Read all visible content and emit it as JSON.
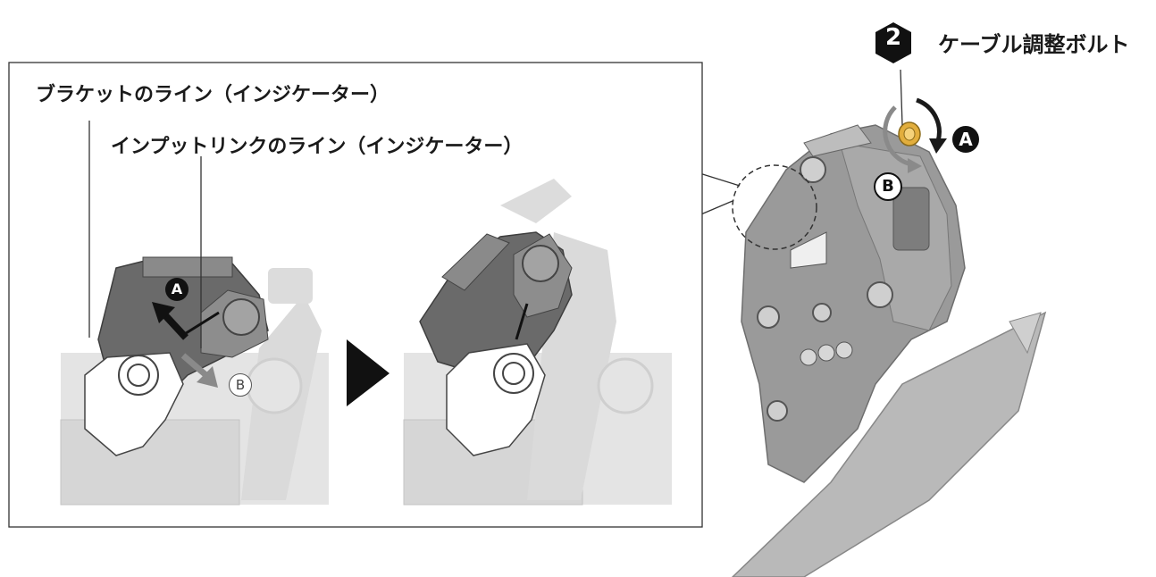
{
  "step": {
    "number": "2",
    "title": "ケーブル調整ボルト"
  },
  "labels": {
    "bracket_line": "ブラケットのライン（インジケーター）",
    "input_link_line": "インプットリンクのライン（インジケーター）"
  },
  "markers": {
    "a": "A",
    "b": "B"
  },
  "colors": {
    "part_dark": "#5f5f5f",
    "part_mid": "#8c8c8c",
    "part_light": "#bdbdbd",
    "background_part": "#dcdcdc",
    "bolt": "#e8b84a",
    "arrow_dark": "#1a1a1a",
    "arrow_light": "#8a8a8a"
  }
}
